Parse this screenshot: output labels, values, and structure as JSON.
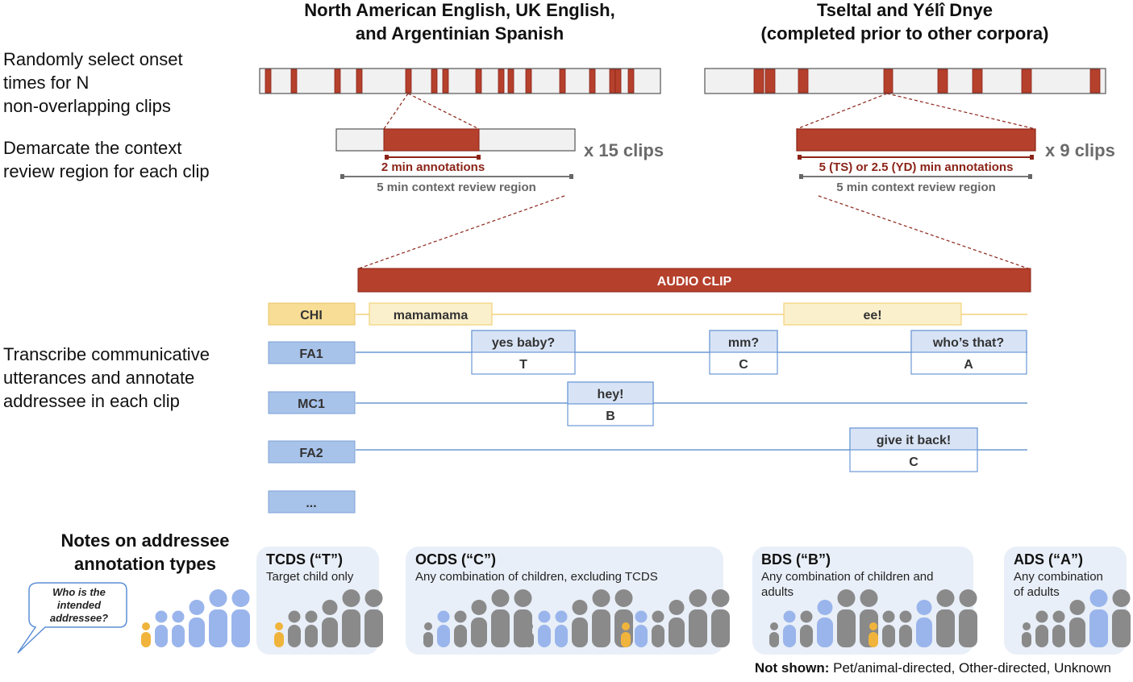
{
  "corpus_headings": {
    "left_line1": "North American English, UK English,",
    "left_line2": "and Argentinian Spanish",
    "right_line1": "Tseltal and Yélî Dnye",
    "right_line2": "(completed prior to other corpora)"
  },
  "steps": {
    "select_line1": "Randomly select onset",
    "select_line2": "times for N",
    "select_line3": "non-overlapping clips",
    "demarcate_line1": "Demarcate the context",
    "demarcate_line2": "review region for each clip",
    "transcribe_line1": "Transcribe communicative",
    "transcribe_line2": "utterances and annotate",
    "transcribe_line3": "addressee in each clip"
  },
  "left_context": {
    "clip_count": "x 15 clips",
    "annotation_label": "2 min annotations",
    "context_label": "5 min context review region"
  },
  "right_context": {
    "clip_count": "x 9 clips",
    "annotation_label": "5 (TS) or 2.5 (YD) min annotations",
    "context_label": "5 min context review region"
  },
  "audio_clip_label": "AUDIO CLIP",
  "tracks": {
    "chi": "CHI",
    "fa1": "FA1",
    "mc1": "MC1",
    "fa2": "FA2",
    "more": "..."
  },
  "utterances": {
    "chi_1": "mamamama",
    "chi_2": "ee!",
    "fa1_1": "yes baby?",
    "fa1_1_code": "T",
    "fa1_2": "mm?",
    "fa1_2_code": "C",
    "fa1_3": "who’s that?",
    "fa1_3_code": "A",
    "mc1_1": "hey!",
    "mc1_1_code": "B",
    "fa2_1": "give it back!",
    "fa2_1_code": "C"
  },
  "notes": {
    "title_line1": "Notes on addressee",
    "title_line2": "annotation types",
    "bubble_line1": "Who is the",
    "bubble_line2": "intended",
    "bubble_line3": "addressee?"
  },
  "categories": {
    "tcds_title": "TCDS (“T”)",
    "tcds_desc": "Target child only",
    "ocds_title": "OCDS (“C”)",
    "ocds_desc": "Any combination of children, excluding TCDS",
    "bds_title": "BDS (“B”)",
    "bds_desc_line1": "Any combination of children and",
    "bds_desc_line2": "adults",
    "ads_title": "ADS (“A”)",
    "ads_desc_line1": "Any combination",
    "ads_desc_line2": "of adults"
  },
  "not_shown": {
    "label": "Not shown:",
    "text": " Pet/animal-directed, Other-directed, Unknown"
  },
  "colors": {
    "clip_red": "#b5402c",
    "clip_dark": "#8b2418",
    "bar_bg": "#f1f1f1",
    "chi_yellow": "#f7dd95",
    "chi_light": "#fbf0cc",
    "adult_blue": "#a8c3ea",
    "utt_blue": "#d8e4f6",
    "line_blue": "#6c98d4",
    "panel_bg": "#e9eff8",
    "person_gray": "#8a8a8a",
    "person_blue": "#9ab5ec",
    "person_yellow": "#f0b43c"
  }
}
